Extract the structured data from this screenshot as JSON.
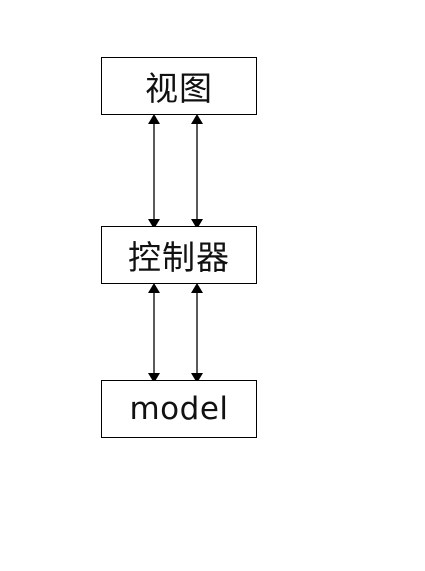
{
  "diagram": {
    "nodes": [
      {
        "id": "view",
        "label": "视图"
      },
      {
        "id": "controller",
        "label": "控制器"
      },
      {
        "id": "model",
        "label": "model"
      }
    ],
    "edges": [
      {
        "from": "view",
        "to": "controller",
        "bidirectional": true
      },
      {
        "from": "view",
        "to": "controller",
        "bidirectional": true
      },
      {
        "from": "controller",
        "to": "model",
        "bidirectional": true
      },
      {
        "from": "controller",
        "to": "model",
        "bidirectional": true
      }
    ]
  }
}
